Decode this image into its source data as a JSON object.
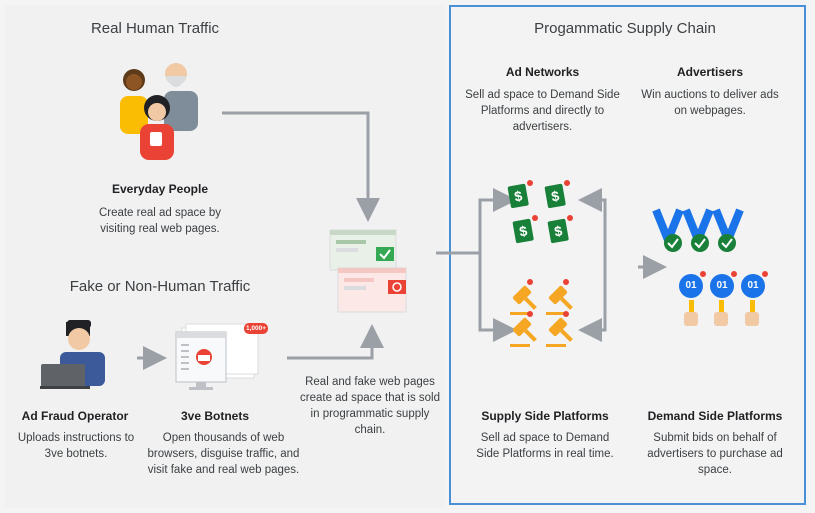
{
  "colors": {
    "frame": "#4a90d9",
    "arrow": "#9aa0a6",
    "green": "#188038",
    "red": "#ea4335",
    "orange": "#f5a623",
    "blue": "#1a73e8",
    "yellow": "#fbbc04"
  },
  "left": {
    "real": {
      "title": "Real Human Traffic",
      "people_label": "Everyday People",
      "people_desc": "Create real ad space by visiting real web pages."
    },
    "fake": {
      "title": "Fake or Non-Human Traffic",
      "operator_label": "Ad Fraud Operator",
      "operator_desc": "Uploads instructions to 3ve botnets.",
      "botnet_label": "3ve Botnets",
      "botnet_desc": "Open thousands of web browsers, disguise traffic, and visit fake and real web pages.",
      "botnet_badge": "1,000+"
    },
    "webpages_desc": "Real and fake web pages create ad space that is sold in programmatic supply chain."
  },
  "supply": {
    "title": "Progammatic Supply Chain",
    "ad_networks": {
      "label": "Ad Networks",
      "desc": "Sell ad space to Demand Side Platforms and directly to advertisers."
    },
    "advertisers": {
      "label": "Advertisers",
      "desc": "Win auctions to deliver ads on webpages."
    },
    "ssp": {
      "label": "Supply Side Platforms",
      "desc": "Sell ad space to Demand Side Platforms in real time."
    },
    "dsp": {
      "label": "Demand Side Platforms",
      "desc": "Submit bids on behalf of advertisers to purchase ad space.",
      "bid_label": "01"
    }
  },
  "icons": [
    "people-icon",
    "operator-icon",
    "botnet-icon",
    "webpages-icon",
    "dollar-tag-icon",
    "gavel-icon",
    "advertiser-badge-icon",
    "bid-paddle-icon"
  ]
}
